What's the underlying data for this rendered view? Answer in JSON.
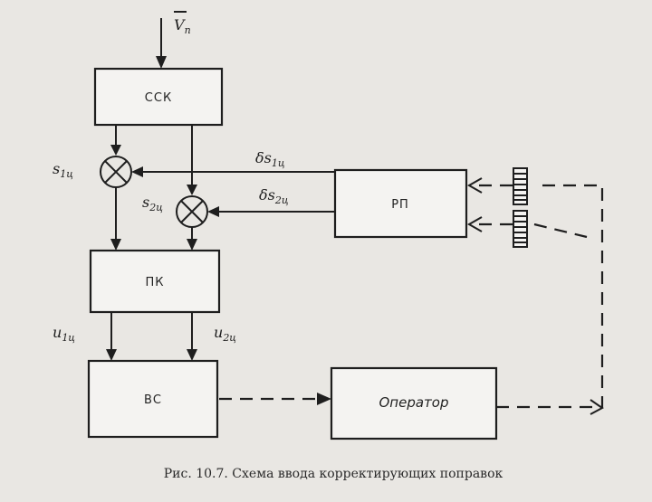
{
  "blocks": {
    "ssk": "ССК",
    "rp": "РП",
    "pk": "ПК",
    "vs": "ВС",
    "operator": "Оператор"
  },
  "signals": {
    "input_v": "V",
    "input_v_sub": "п",
    "s1": "s",
    "s1_sub": "1ц",
    "s2": "s",
    "s2_sub": "2ц",
    "ds1": "δs",
    "ds1_sub": "1ц",
    "ds2": "δs",
    "ds2_sub": "2ц",
    "u1": "u",
    "u1_sub": "1ц",
    "u2": "u",
    "u2_sub": "2ц"
  },
  "caption": "Рис. 10.7. Схема ввода корректирующих поправок"
}
